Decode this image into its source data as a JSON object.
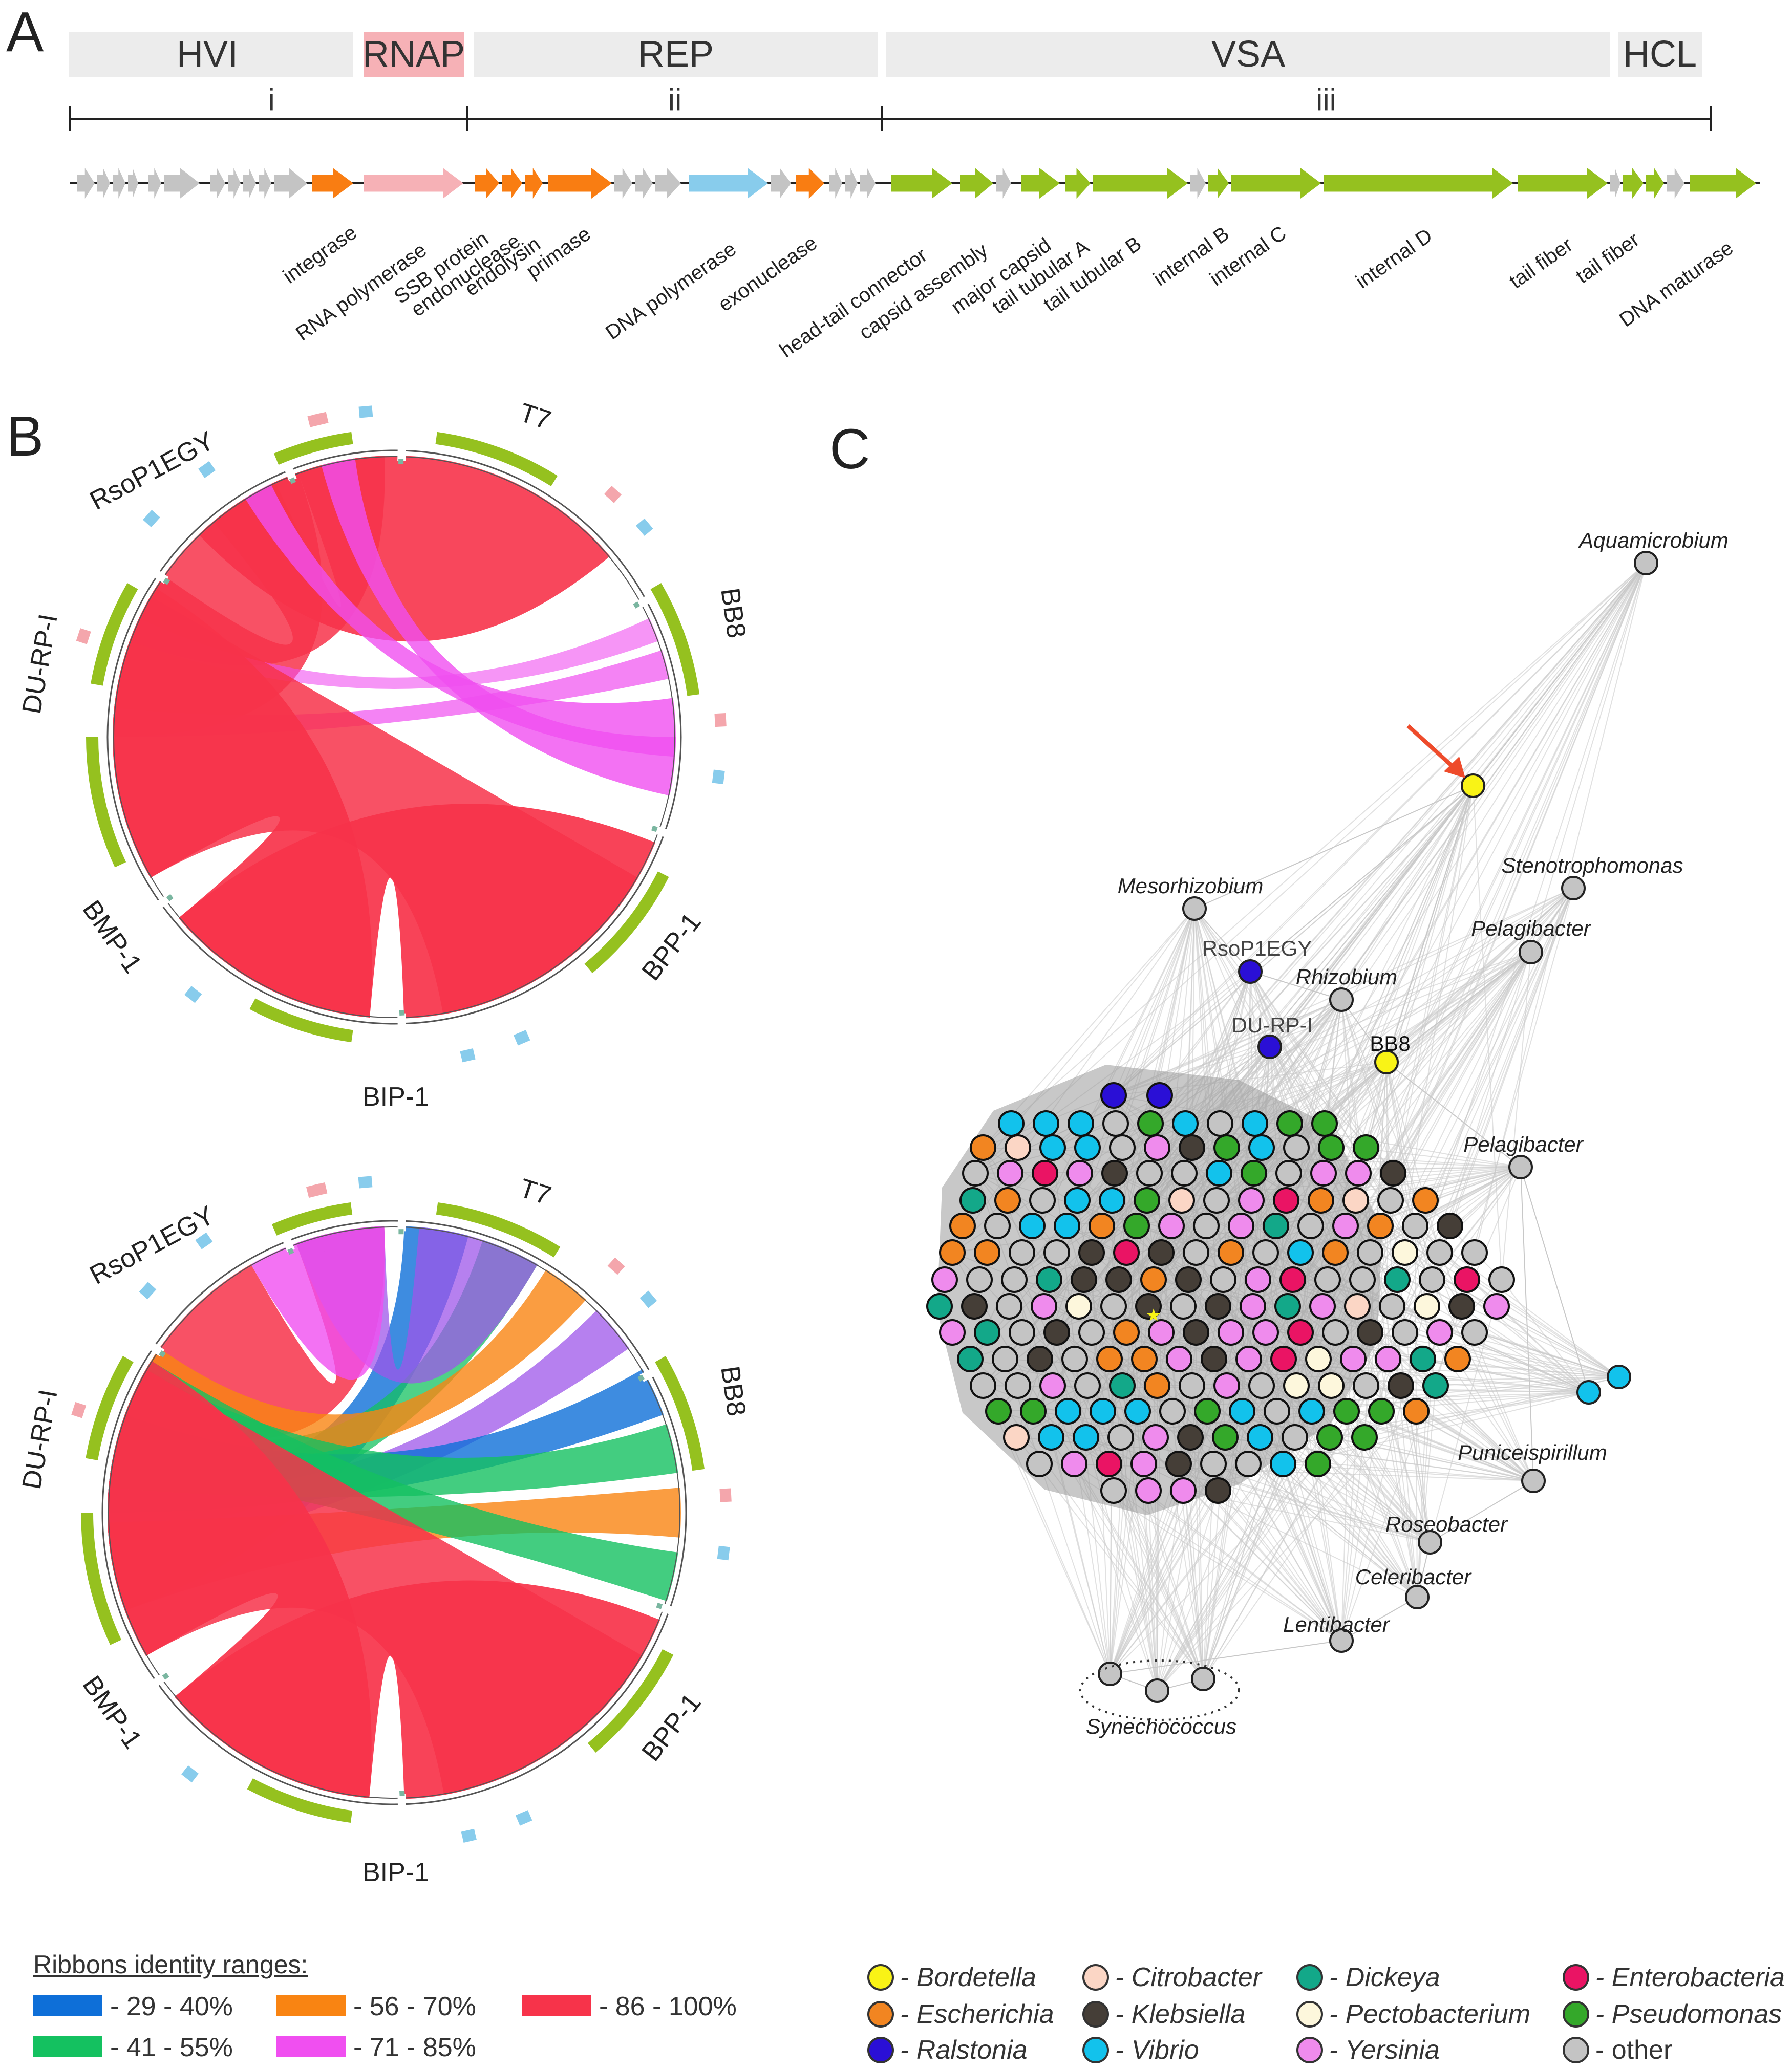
{
  "panels": {
    "a": "A",
    "b": "B",
    "c": "C"
  },
  "genome_map": {
    "regions": [
      {
        "label": "HVI",
        "color": "#ececec"
      },
      {
        "label": "RNAP",
        "color": "#f6b1b6"
      },
      {
        "label": "REP",
        "color": "#ececec"
      },
      {
        "label": "VSA",
        "color": "#ececec"
      },
      {
        "label": "HCL",
        "color": "#ececec"
      }
    ],
    "sections": [
      "i",
      "ii",
      "iii"
    ],
    "gene_labels": [
      "integrase",
      "RNA polymerase",
      "SSB protein",
      "endonuclease",
      "endolysin",
      "primase",
      "DNA polymerase",
      "exonuclease",
      "head-tail connector",
      "capsid assembly",
      "major capsid",
      "tail tubular A",
      "tail tubular B",
      "internal B",
      "internal C",
      "internal D",
      "tail fiber",
      "tail fiber",
      "DNA maturase"
    ],
    "colors": {
      "hypothetical": "#c4c4c4",
      "replication": "#f97d12",
      "rnap": "#f6b1b6",
      "dna_polymerase": "#88ccec",
      "structural": "#95c11f"
    }
  },
  "chord_top": {
    "labels": [
      "T7",
      "BB8",
      "BPP-1",
      "BIP-1",
      "BMP-1",
      "DU-RP-I",
      "RsoP1EGY"
    ]
  },
  "chord_bottom": {
    "labels": [
      "T7",
      "BB8",
      "BPP-1",
      "BIP-1",
      "BMP-1",
      "DU-RP-I",
      "RsoP1EGY"
    ]
  },
  "network": {
    "labels": [
      "Aquamicrobium",
      "Stenotrophomonas",
      "Mesorhizobium",
      "Pelagibacter",
      "RsoP1EGY",
      "Rhizobium",
      "DU-RP-I",
      "BB8",
      "Pelagibacter",
      "Puniceispirillum",
      "Roseobacter",
      "Celeribacter",
      "Lentibacter",
      "Synechococcus"
    ],
    "edge_color": "#c8c8c8",
    "arrow_color": "#ee4b2b"
  },
  "ribbon_legend": {
    "title": "Ribbons identity ranges:",
    "items": [
      {
        "label": "- 29 - 40%",
        "color": "#0e6fd8"
      },
      {
        "label": "- 56 - 70%",
        "color": "#f98412"
      },
      {
        "label": "- 86 - 100%",
        "color": "#f7334a"
      },
      {
        "label": "- 41 - 55%",
        "color": "#14c160"
      },
      {
        "label": "- 71 - 85%",
        "color": "#f04ff0"
      }
    ]
  },
  "host_legend": {
    "items": [
      {
        "label": "- Bordetella",
        "color": "#f9f316"
      },
      {
        "label": "- Citrobacter",
        "color": "#fbd6c5"
      },
      {
        "label": "- Dickeya",
        "color": "#13a889"
      },
      {
        "label": "- Enterobacteria",
        "color": "#ea1464"
      },
      {
        "label": "- Escherichia",
        "color": "#f28521"
      },
      {
        "label": "- Klebsiella",
        "color": "#453e37"
      },
      {
        "label": "- Pectobacterium",
        "color": "#fdf7dc"
      },
      {
        "label": "- Pseudomonas",
        "color": "#34a82a"
      },
      {
        "label": "- Ralstonia",
        "color": "#2a0fd6"
      },
      {
        "label": "- Vibrio",
        "color": "#12c2ec"
      },
      {
        "label": "- Yersinia",
        "color": "#ef8bed"
      },
      {
        "label": "- other",
        "color": "#c4c4c4"
      }
    ]
  }
}
